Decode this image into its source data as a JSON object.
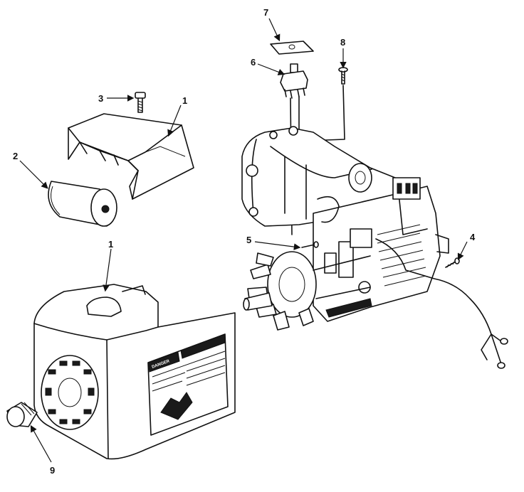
{
  "callouts": {
    "c1a": "1",
    "c1b": "1",
    "c2": "2",
    "c3": "3",
    "c4": "4",
    "c5": "5",
    "c6": "6",
    "c7": "7",
    "c8": "8",
    "c9": "9"
  },
  "warning_label": {
    "header": "DANGER"
  }
}
